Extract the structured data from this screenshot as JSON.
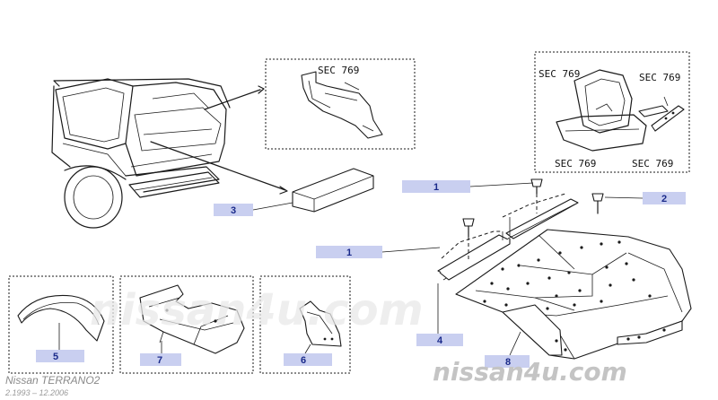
{
  "sec_refs": [
    "SEC 769",
    "SEC 769",
    "SEC 769",
    "SEC 769",
    "SEC 769"
  ],
  "callouts": [
    "1",
    "1",
    "2",
    "3",
    "4",
    "5",
    "6",
    "7",
    "8"
  ],
  "footer": {
    "model": "Nissan  TERRANO2",
    "dates": "2.1993  –  12.2006"
  },
  "watermark": {
    "center": "nissan4u.com",
    "bottom": "nissan4u.com"
  }
}
